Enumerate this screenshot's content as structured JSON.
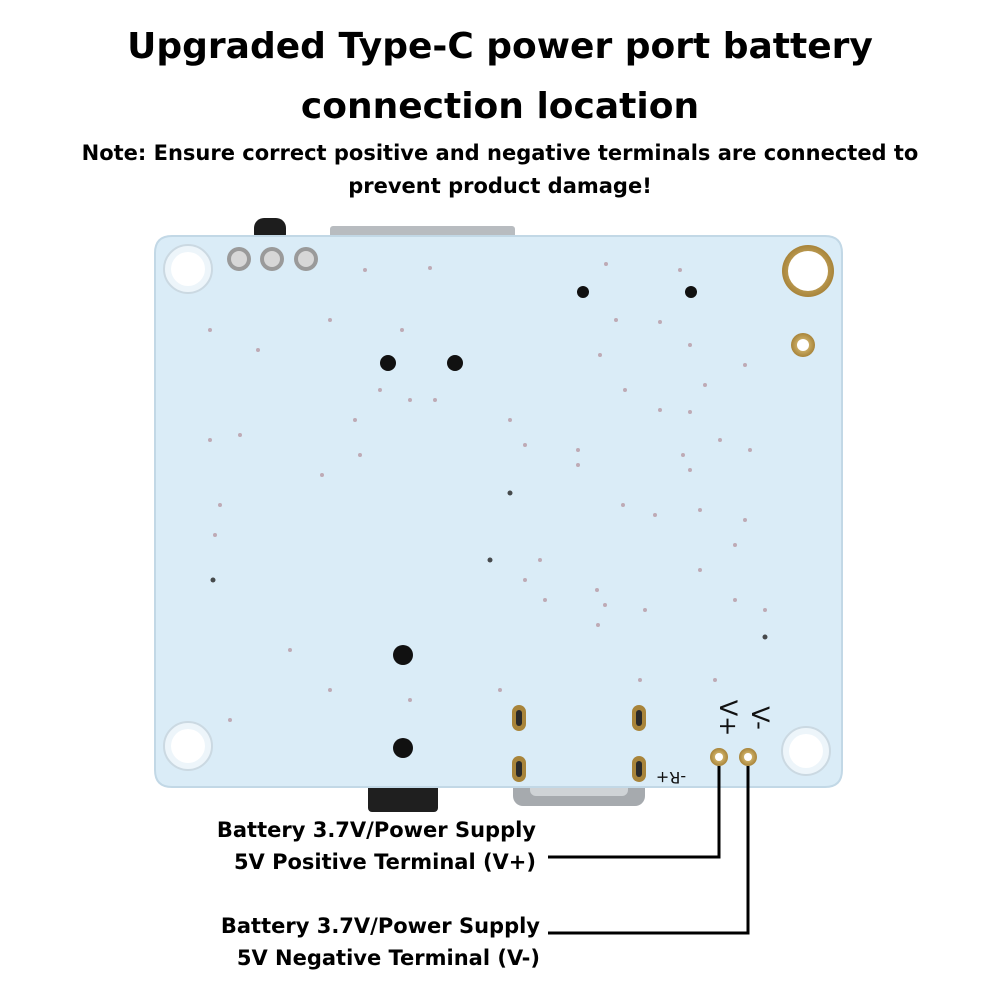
{
  "title": {
    "line1": "Upgraded Type-C power port battery",
    "line2": "connection location"
  },
  "note": {
    "line1": "Note: Ensure correct positive and negative terminals are connected to",
    "line2": "prevent product damage!"
  },
  "board": {
    "label_v_plus": "V+",
    "label_v_minus": "V-",
    "label_r_plus": "-R+",
    "pcb_color": "#daecf7",
    "pad_color": "#c9a95a"
  },
  "callouts": {
    "positive": {
      "line1": "Battery 3.7V/Power Supply",
      "line2": "5V Positive Terminal (V+)"
    },
    "negative": {
      "line1": "Battery 3.7V/Power Supply",
      "line2": "5V Negative Terminal (V-)"
    }
  }
}
